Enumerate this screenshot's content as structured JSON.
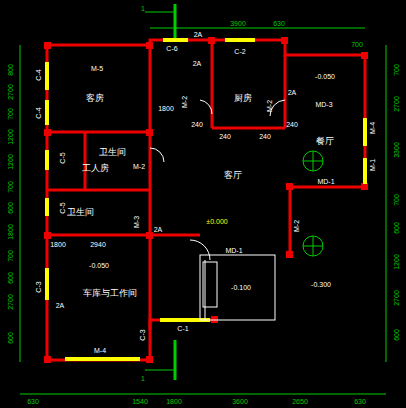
{
  "diagram": {
    "nodes": [
      {
        "text": [
          "客房"
        ]
      },
      {
        "text": [
          "厨房"
        ]
      },
      {
        "text": [
          "餐厅"
        ]
      },
      {
        "text": [
          "卫生间"
        ]
      },
      {
        "text": [
          "工人房"
        ]
      },
      {
        "text": [
          "客厅"
        ]
      },
      {
        "text": [
          "卫生间"
        ]
      },
      {
        "text": [
          "车库与工作间"
        ]
      }
    ],
    "labels": [
      "1",
      "C-6",
      "2A",
      "3900",
      "630",
      "C-2",
      "700",
      "M-5",
      "2A",
      "-0.050",
      "2A",
      "M-2",
      "M-2",
      "MD-3",
      "1800",
      "M-4",
      "240",
      "240",
      "240",
      "240",
      "C-4",
      "C-4",
      "C-5",
      "M-2",
      "M-1",
      "MD-1",
      "C-5",
      "M-3",
      "±0.000",
      "M-2",
      "1800",
      "2940",
      "2A",
      "MD-1",
      "-0.050",
      "-0.100",
      "-0.300",
      "C-3",
      "2A",
      "C-1",
      "C-3",
      "M-4",
      "1",
      "800",
      "2700",
      "700",
      "1200",
      "1200",
      "700",
      "600",
      "1800",
      "700",
      "600",
      "2700",
      "600",
      "700",
      "2700",
      "3300",
      "700",
      "600",
      "1200",
      "2700",
      "600",
      "630",
      "1540",
      "1800",
      "3600",
      "2650",
      "630"
    ]
  }
}
